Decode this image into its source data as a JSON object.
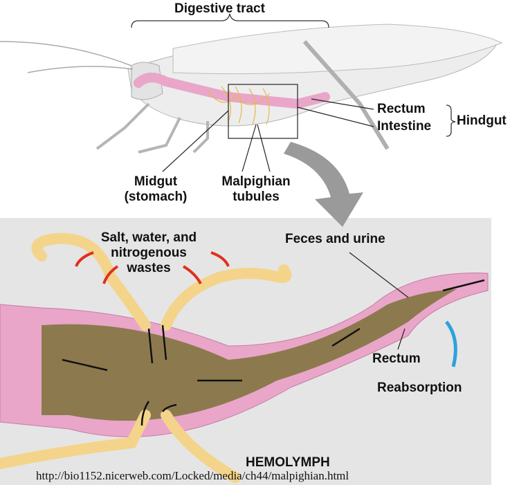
{
  "top": {
    "title": "Digestive tract",
    "rectum": "Rectum",
    "intestine": "Intestine",
    "hindgut": "Hindgut",
    "midgut_1": "Midgut",
    "midgut_2": "(stomach)",
    "malpighian_1": "Malpighian",
    "malpighian_2": "tubules"
  },
  "bottom": {
    "salt_1": "Salt, water, and",
    "salt_2": "nitrogenous",
    "salt_3": "wastes",
    "feces": "Feces and urine",
    "rectum": "Rectum",
    "reabsorption": "Reabsorption",
    "hemolymph": "HEMOLYMPH"
  },
  "source_url": "http://bio1152.nicerweb.com/Locked/media/ch44/malpighian.html",
  "colors": {
    "gut_pink": "#e9a6c9",
    "tubule_yellow": "#f3d48a",
    "panel_gray": "#e5e5e5",
    "feces": "#8c7a4e",
    "arrow_red": "#e0301e",
    "arrow_blue": "#2aa3dc"
  }
}
